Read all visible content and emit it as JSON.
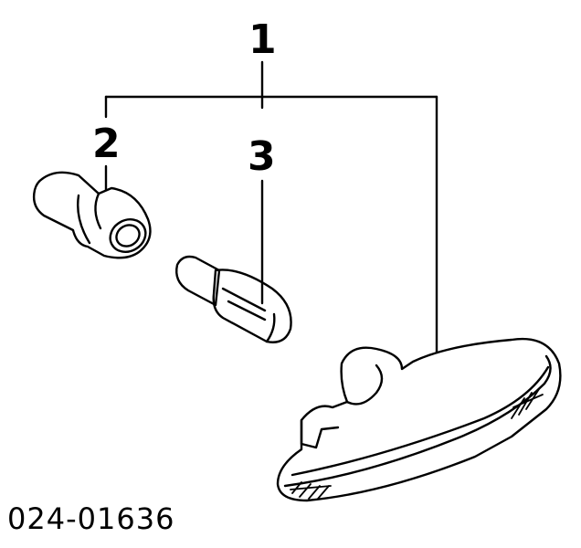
{
  "diagram": {
    "callouts": {
      "assembly": "1",
      "socket": "2",
      "bulb": "3"
    },
    "part_code": "024-01636",
    "colors": {
      "line": "#000000",
      "background": "#ffffff"
    }
  }
}
